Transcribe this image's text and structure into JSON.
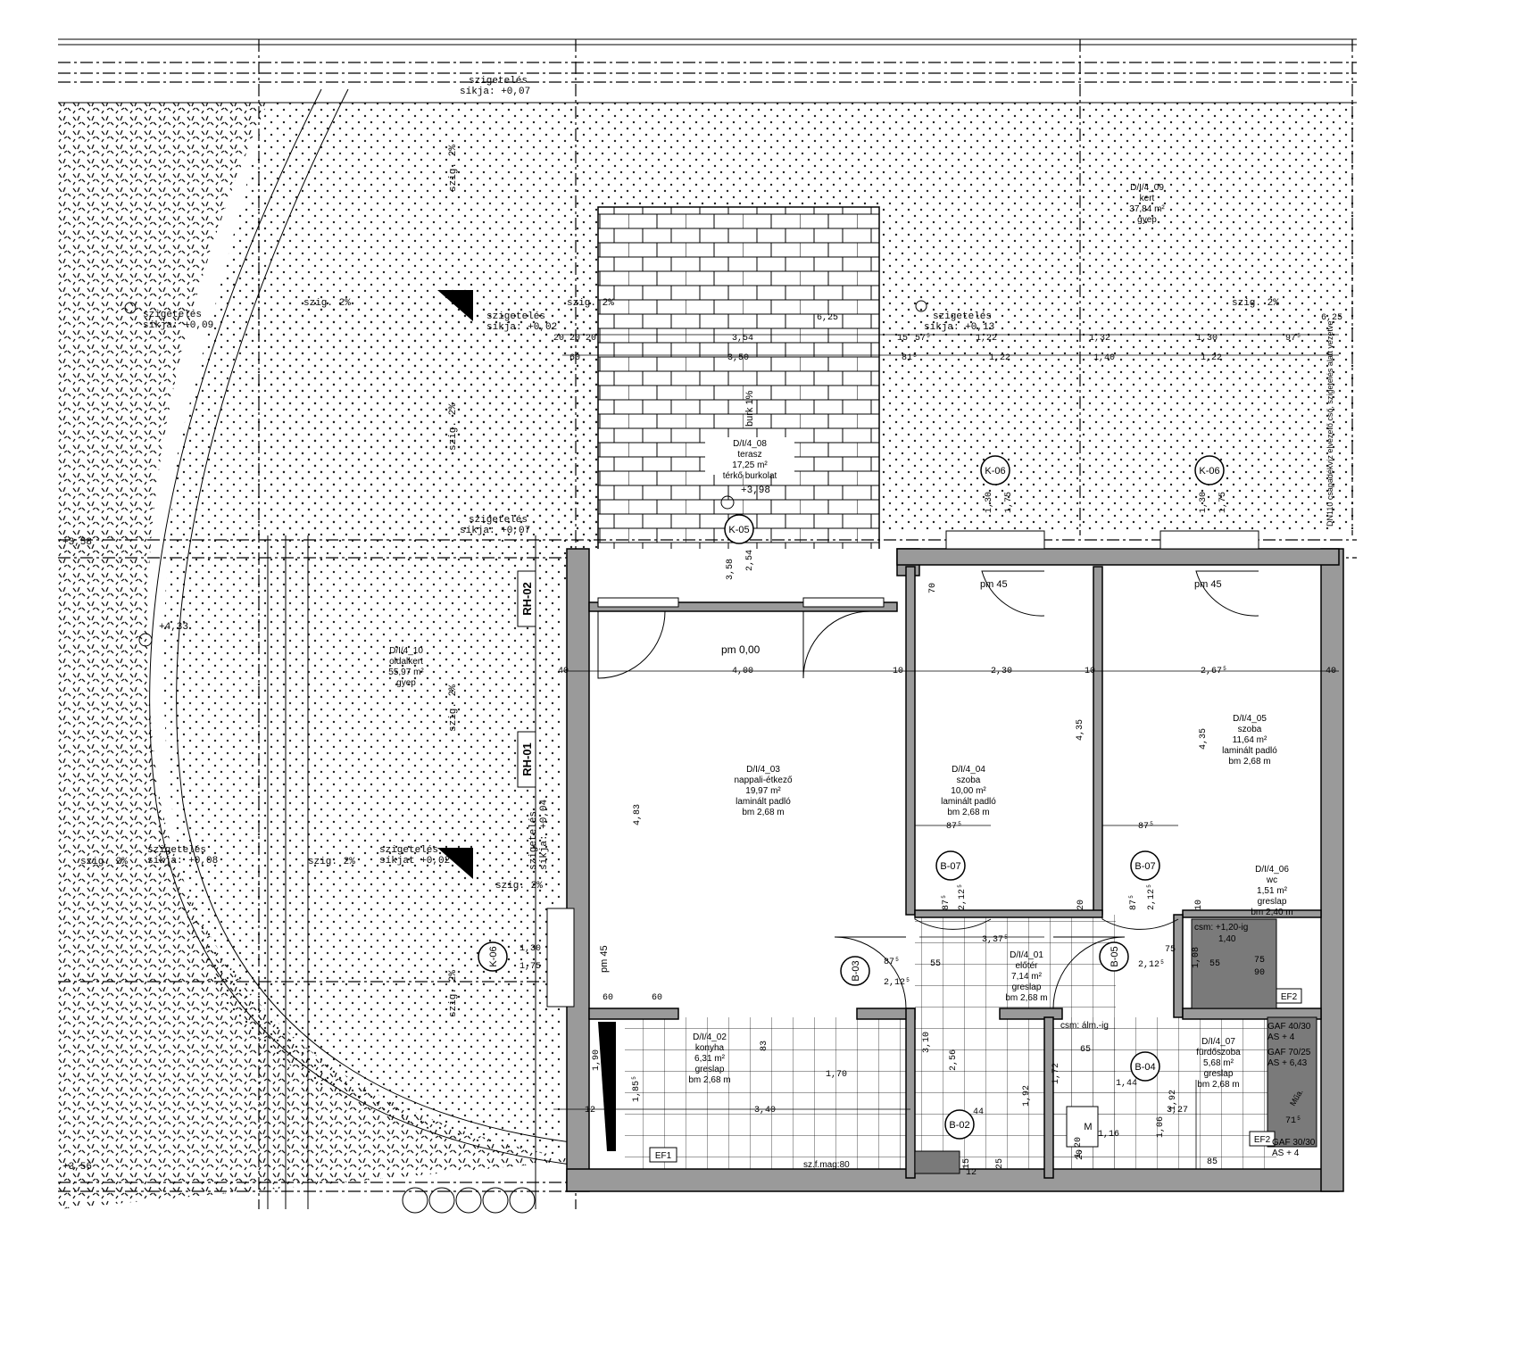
{
  "rooms": [
    {
      "id": "D/I/4_03",
      "name": "nappali-étkező",
      "area": "19,97 m²",
      "floor": "laminált padló",
      "height": "bm 2,68 m"
    },
    {
      "id": "D/I/4_04",
      "name": "szoba",
      "area": "10,00 m²",
      "floor": "laminált padló",
      "height": "bm 2,68 m"
    },
    {
      "id": "D/I/4_05",
      "name": "szoba",
      "area": "11,64 m²",
      "floor": "laminált padló",
      "height": "bm 2,68 m"
    },
    {
      "id": "D/I/4_06",
      "name": "wc",
      "area": "1,51 m²",
      "floor": "greslap",
      "height": "bm 2,40 m"
    },
    {
      "id": "D/I/4_01",
      "name": "előtér",
      "area": "7,14 m²",
      "floor": "greslap",
      "height": "bm 2,68 m"
    },
    {
      "id": "D/I/4_02",
      "name": "konyha",
      "area": "6,31 m²",
      "floor": "greslap",
      "height": "bm 2,68 m"
    },
    {
      "id": "D/I/4_07",
      "name": "fürdőszoba",
      "area": "5,68 m²",
      "floor": "greslap",
      "height": "bm 2,68 m"
    }
  ],
  "outdoor": [
    {
      "id": "D/I/4_08",
      "name": "terasz",
      "area": "17,25 m²",
      "floor": "térkő burkolat"
    },
    {
      "id": "D/I/4_09",
      "name": "kert",
      "area": "37,84 m²",
      "floor": "gyep"
    },
    {
      "id": "D/I/4_10",
      "name": "oldalkert",
      "area": "55,97 m²",
      "floor": "gyep"
    }
  ],
  "insulation": [
    {
      "label": "szigetelés",
      "level": "síkja: +0,07"
    },
    {
      "label": "szigetelés",
      "level": "síkja: +0,09"
    },
    {
      "label": "szigetelés",
      "level": "síkja: +0,02"
    },
    {
      "label": "szigetelés",
      "level": "síkja: +0,13"
    },
    {
      "label": "szigetelés",
      "level": "síkja: +0,07"
    },
    {
      "label": "szigetelés",
      "level": "síkja: +0,08"
    },
    {
      "label": "szigetelés",
      "level": "síkjat +0,02"
    },
    {
      "label": "szigetelés",
      "level": "síkja: +0,04"
    }
  ],
  "slopes": [
    "szig. 2%",
    "szig. 2%",
    "szig. 2%",
    "szig. 2%",
    "szig. 2%",
    "szig. 2%",
    "szig. 2%",
    "szig. 2%",
    "szig. 2%",
    "szig. 2%",
    "burk 1%"
  ],
  "levels": {
    "pm_main": "pm 0,00",
    "pm45_a": "pm 45",
    "pm45_b": "pm 45",
    "pm45_c": "pm 45",
    "terrace": "+3,98",
    "side": "+4,33",
    "left_top": "+3,58",
    "left_bottom": "+3,56"
  },
  "tags": {
    "k05": "K-05",
    "k06_a": "K-06",
    "k06_b": "K-06",
    "k06_c": "K-06",
    "b07_a": "B-07",
    "b07_b": "B-07",
    "b03": "B-03",
    "b05": "B-05",
    "b04": "B-04",
    "b02": "B-02",
    "rh01": "RH-01",
    "rh02": "RH-02",
    "ef1": "EF1",
    "ef2_a": "EF2",
    "ef2_b": "EF2",
    "m": "M"
  },
  "dims": {
    "d_625": "6,25",
    "d_354": "3,54",
    "d_350": "3,50",
    "d_60": "60",
    "d_202020": "20 20 20",
    "d_15": "15",
    "d_575": "57⁵",
    "d_815": "81⁵",
    "d_122a": "1,22",
    "d_132": "1,32",
    "d_130": "1,30",
    "d_975": "97⁵",
    "d_122b": "1,22",
    "d_140": "1,40",
    "d_122c": "1,22",
    "d_625r": "6,25",
    "d_40l": "40",
    "d_400": "4,00",
    "d_10a": "10",
    "d_230": "2,30",
    "d_10b": "10",
    "d_2675": "2,67⁵",
    "d_40r": "40",
    "d_483": "4,83",
    "d_435a": "4,35",
    "d_435b": "4,35",
    "d_358": "3,58",
    "d_254": "2,54",
    "d_70": "70",
    "d_130a": "1,30",
    "d_175a": "1,75",
    "d_130b": "1,30",
    "d_175b": "1,75",
    "d_130c": "1,30",
    "d_175c": "1,75",
    "d_875a": "87⁵",
    "d_875b": "87⁵",
    "d_875c": "87⁵",
    "d_875d": "87⁵",
    "d_875e": "87⁵",
    "d_2125a": "2,12⁵",
    "d_2125b": "2,12⁵",
    "d_2125c": "2,12⁵",
    "d_2125d": "2,12⁵",
    "d_20a": "20",
    "d_20b": "20",
    "d_10c": "10",
    "d_3375": "3,37⁵",
    "d_55a": "55",
    "d_55b": "55",
    "d_75": "75",
    "d_108": "1,08",
    "d_60a": "60",
    "d_60b": "60",
    "d_83": "83",
    "d_170": "1,70",
    "d_340": "3,40",
    "d_190": "1,90",
    "d_12a": "12",
    "d_12b": "12",
    "d_44": "44",
    "d_1855": "1,85⁵",
    "d_310": "3,10",
    "d_256": "2,56",
    "d_172": "1,72",
    "d_65": "65",
    "d_192a": "1,92",
    "d_192b": "1,92",
    "d_144": "1,44",
    "d_327": "3,27",
    "d_116": "1,16",
    "d_106": "1,06",
    "d_85": "85",
    "d_715": "71⁵",
    "d_120": "1,20",
    "d_15b": "15",
    "d_25": "25",
    "d_12c": "12",
    "d_75b": "75",
    "d_90": "90"
  },
  "notes": {
    "bed": "sz.f.mag:80",
    "csm1": "csm: +1,20-ig",
    "csm2": "csm: álm.-ig",
    "vol1": "1,40",
    "gaf1": "GAF 40/30",
    "as1": "AS + 4",
    "gaf2": "GAF 70/25",
    "as2": "AS + 6,43",
    "gaf3": "GAF 30/30",
    "as3": "AS + 4",
    "pipe": "DN110 csapadékvíz elvezető cső, szigetelés alatt vezetve",
    "hatch_note": "Műa."
  },
  "colors": {
    "ink": "#000000",
    "wet": "#7a7a7a",
    "paper": "#ffffff"
  }
}
